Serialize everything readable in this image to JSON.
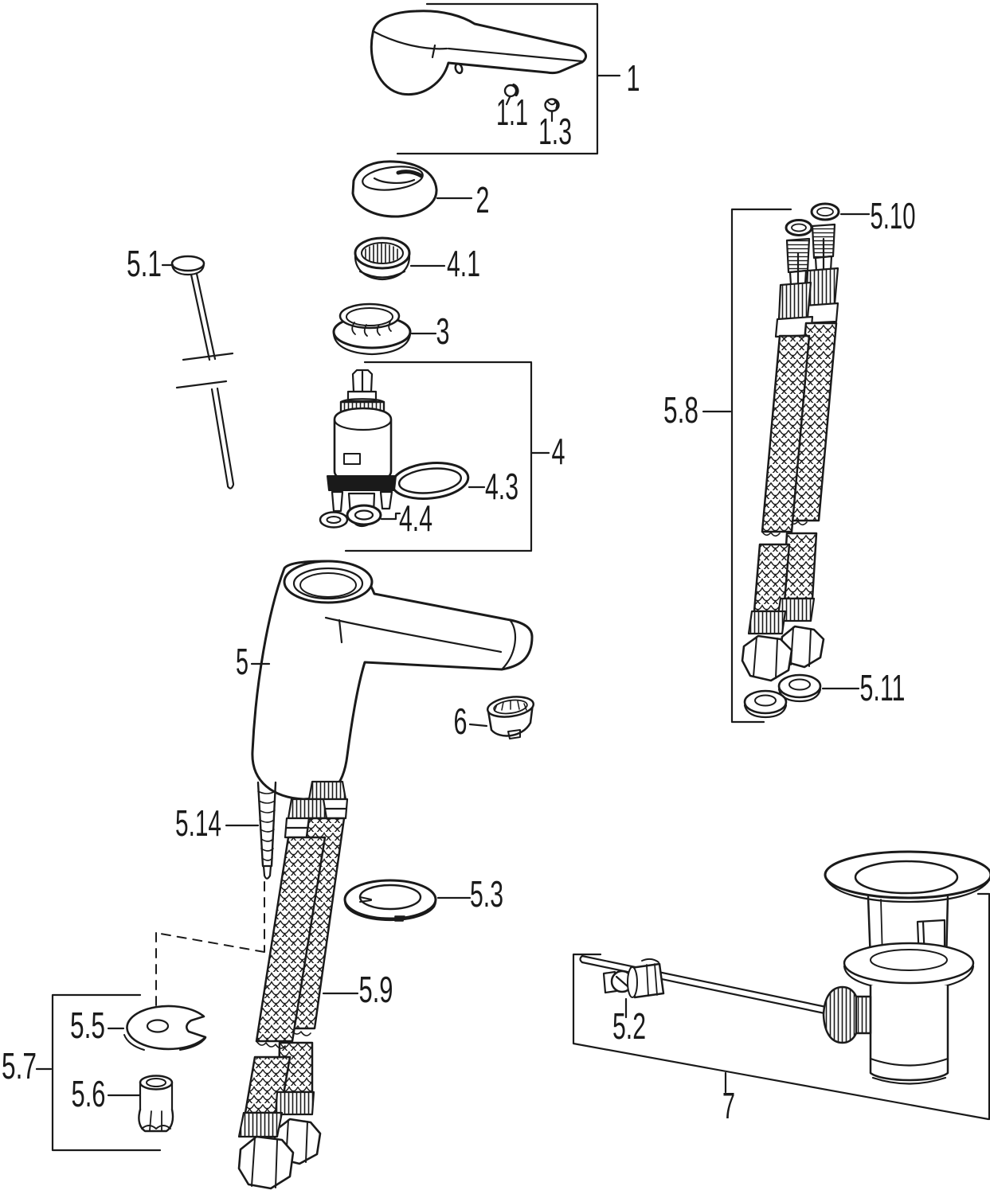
{
  "colors": {
    "background": "#ffffff",
    "line": "#1a1a1a"
  },
  "diagram_type": "exploded-parts-diagram",
  "callouts": {
    "p1": {
      "label": "1"
    },
    "p1_1": {
      "label": "1.1"
    },
    "p1_3": {
      "label": "1.3"
    },
    "p2": {
      "label": "2"
    },
    "p4_1": {
      "label": "4.1"
    },
    "p3": {
      "label": "3"
    },
    "p5_1": {
      "label": "5.1"
    },
    "p4": {
      "label": "4"
    },
    "p4_3": {
      "label": "4.3"
    },
    "p4_4": {
      "label": "4.4"
    },
    "p5": {
      "label": "5"
    },
    "p6": {
      "label": "6"
    },
    "p5_14": {
      "label": "5.14"
    },
    "p5_3": {
      "label": "5.3"
    },
    "p5_9": {
      "label": "5.9"
    },
    "p5_5": {
      "label": "5.5"
    },
    "p5_7": {
      "label": "5.7"
    },
    "p5_6": {
      "label": "5.6"
    },
    "p5_8": {
      "label": "5.8"
    },
    "p5_10": {
      "label": "5.10"
    },
    "p5_11": {
      "label": "5.11"
    },
    "p5_2": {
      "label": "5.2"
    },
    "p7": {
      "label": "7"
    }
  }
}
